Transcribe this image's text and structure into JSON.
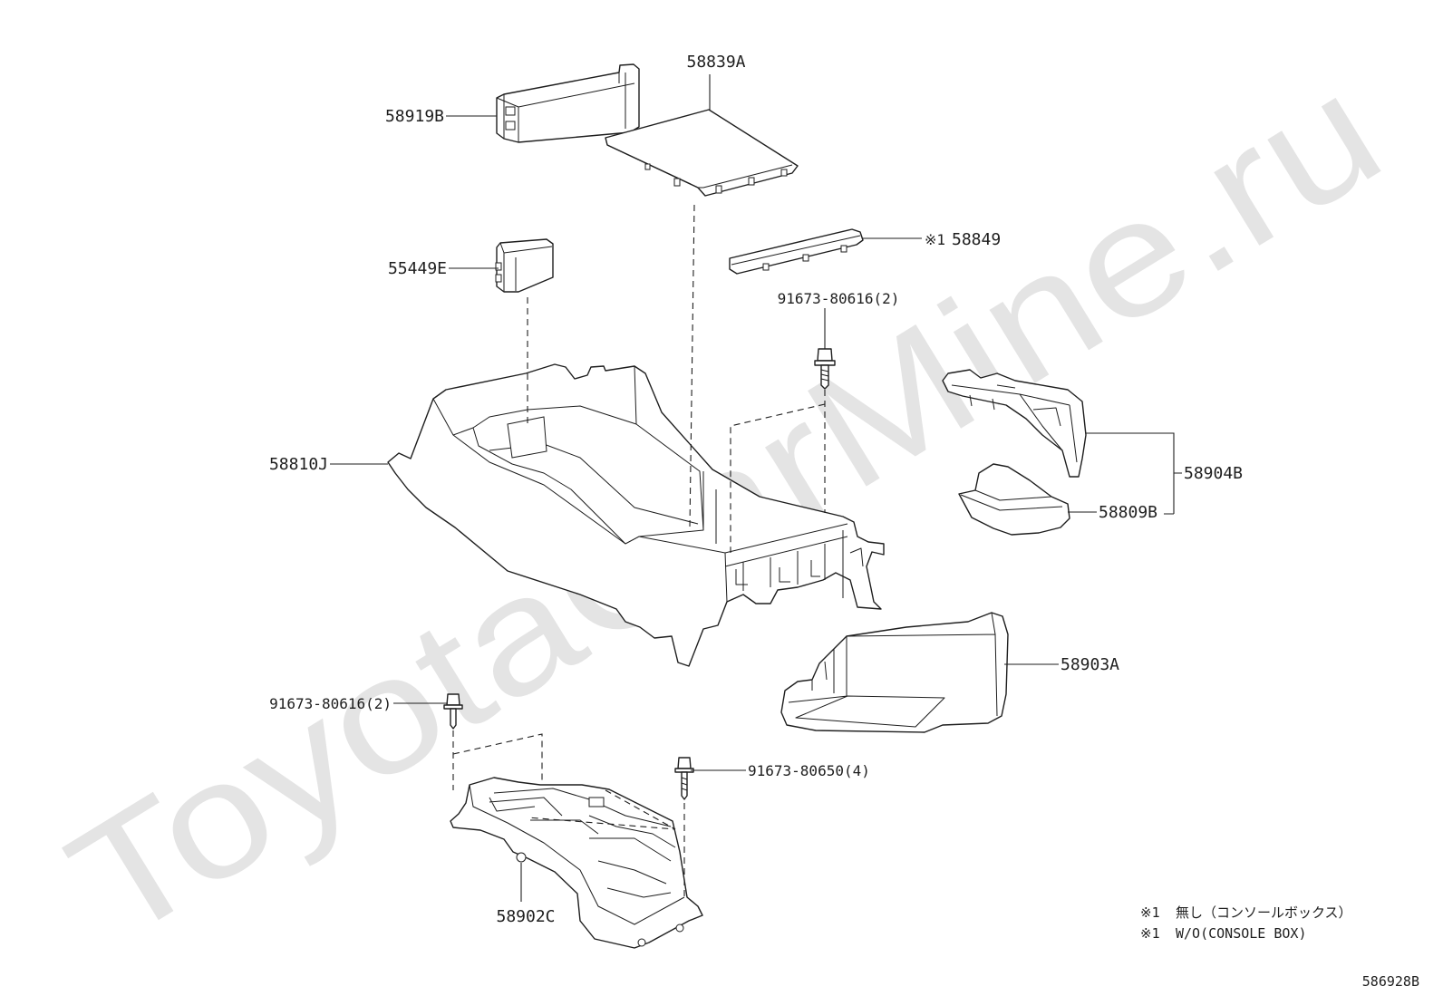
{
  "diagram": {
    "watermark": "ToyotaCarMine.ru",
    "figure_number": "586928B",
    "callouts": [
      {
        "part_no": "58839A"
      },
      {
        "part_no": "58919B"
      },
      {
        "part_no": "55449E"
      },
      {
        "note_ref": "※1",
        "part_no": "58849"
      },
      {
        "part_no": "91673-80616(2)"
      },
      {
        "part_no": "58810J"
      },
      {
        "part_no": "58904B"
      },
      {
        "part_no": "58809B"
      },
      {
        "part_no": "58903A"
      },
      {
        "part_no": "91673-80616(2)"
      },
      {
        "part_no": "91673-80650(4)"
      },
      {
        "part_no": "58902C"
      }
    ],
    "notes": [
      {
        "marker": "※1",
        "text": "無し（コンソールボックス）"
      },
      {
        "marker": "※1",
        "text": "W/O(CONSOLE BOX)"
      }
    ]
  },
  "colors": {
    "line": "#1e1e1e",
    "watermark": "#e4e4e4",
    "background": "#ffffff"
  }
}
